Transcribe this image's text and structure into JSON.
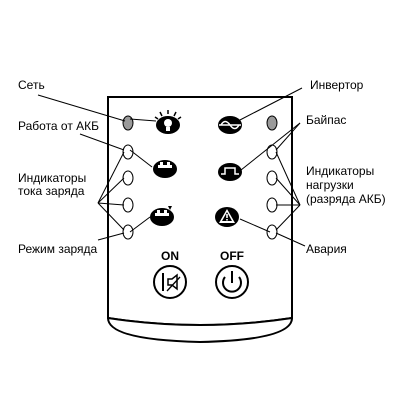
{
  "labels": {
    "set": "Сеть",
    "battery_mode": "Работа от АКБ",
    "charge_current_indicators_1": "Индикаторы",
    "charge_current_indicators_2": "тока заряда",
    "charge_mode": "Режим заряда",
    "inverter": "Инвертор",
    "bypass": "Байпас",
    "load_indicators_1": "Индикаторы",
    "load_indicators_2": "нагрузки",
    "load_indicators_3": "(разряда АКБ)",
    "alarm": "Авария"
  },
  "buttons": {
    "on_label": "ON",
    "off_label": "OFF"
  },
  "icons": {
    "mains": "lightbulb-icon",
    "battery_mode": "battery-icon",
    "charge_mode": "battery-charge-icon",
    "inverter": "sine-wave-icon",
    "bypass": "bypass-icon",
    "alarm": "warning-triangle-icon",
    "on_button": "power-on-mute-icon",
    "off_button": "power-off-icon"
  },
  "colors": {
    "panel_outline": "#000000",
    "led_grey": "#9a9a9a",
    "led_off": "#ffffff"
  }
}
